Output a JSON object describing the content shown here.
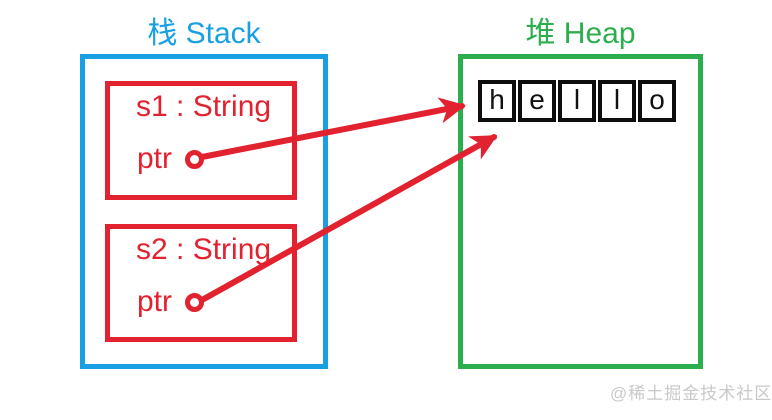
{
  "stack": {
    "title": "栈 Stack",
    "frames": [
      {
        "name": "s1 : String",
        "field": "ptr"
      },
      {
        "name": "s2 : String",
        "field": "ptr"
      }
    ]
  },
  "heap": {
    "title": "堆 Heap",
    "string_value": "hello",
    "cells": [
      "h",
      "e",
      "l",
      "l",
      "o"
    ]
  },
  "colors": {
    "stack_border": "#18a0e2",
    "heap_border": "#2cae4f",
    "object_and_arrow": "#e3222f",
    "cell_border": "#0d0d0d",
    "watermark": "#c9c9c9"
  },
  "watermark": "@稀土掘金技术社区"
}
